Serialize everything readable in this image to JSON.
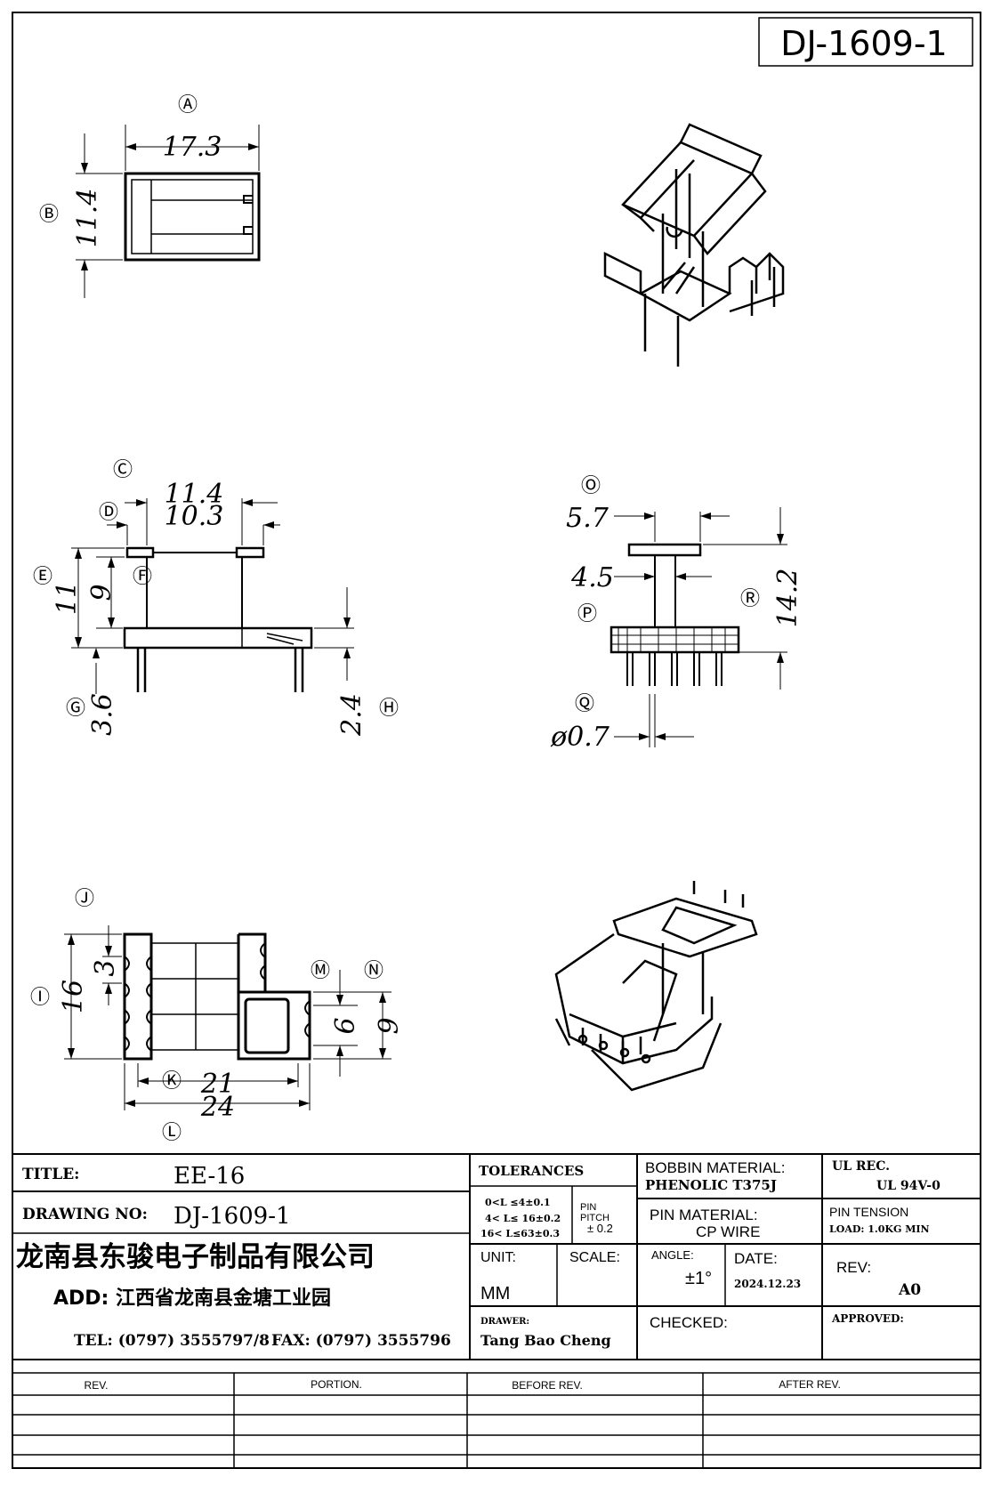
{
  "drawing_number_box": "DJ-1609-1",
  "view_labels": {
    "A": "Ⓐ",
    "B": "Ⓑ",
    "C": "Ⓒ",
    "D": "Ⓓ",
    "E": "Ⓔ",
    "F": "Ⓕ",
    "G": "Ⓖ",
    "H": "Ⓗ",
    "I": "Ⓘ",
    "J": "Ⓙ",
    "K": "Ⓚ",
    "L": "Ⓛ",
    "M": "Ⓜ",
    "N": "Ⓝ",
    "O": "Ⓞ",
    "P": "Ⓟ",
    "Q": "Ⓠ",
    "R": "Ⓡ"
  },
  "dimensions": {
    "A": "17.3",
    "B": "11.4",
    "C": "11.4",
    "D": "10.3",
    "E": "11",
    "F": "9",
    "G": "3.6",
    "H": "2.4",
    "I": "16",
    "J": "3",
    "K": "21",
    "L": "24",
    "M": "6",
    "N": "9",
    "O": "5.7",
    "P": "4.5",
    "Q": "ø0.7",
    "R": "14.2"
  },
  "title_block": {
    "title_label": "TITLE:",
    "title_value": "EE-16",
    "drawing_no_label": "DRAWING NO:",
    "drawing_no_value": "DJ-1609-1",
    "company_name": "龙南县东骏电子制品有限公司",
    "address": "ADD: 江西省龙南县金塘工业园",
    "tel": "TEL: (0797) 3555797/8",
    "fax": "FAX: (0797) 3555796",
    "tolerances_label": "TOLERANCES",
    "tolerances_lines": [
      "0<L ≤4±0.1",
      "4< L≤ 16±0.2",
      "16< L≤63±0.3"
    ],
    "pin_pitch_label_1": "PIN",
    "pin_pitch_label_2": "PITCH",
    "pin_pitch_value": "± 0.2",
    "unit_label": "UNIT:",
    "unit_value": "MM",
    "scale_label": "SCALE:",
    "drawer_label": "DRAWER:",
    "drawer_value": "Tang Bao Cheng",
    "bobbin_material_label": "BOBBIN MATERIAL:",
    "bobbin_material_value": "PHENOLIC  T375J",
    "pin_material_label": "PIN MATERIAL:",
    "pin_material_value": "CP WIRE",
    "angle_label": "ANGLE:",
    "angle_value": "±1°",
    "date_label": "DATE:",
    "date_value": "2024.12.23",
    "checked_label": "CHECKED:",
    "ul_rec_label": "UL REC.",
    "ul_rec_value": "UL  94V-0",
    "pin_tension_label": "PIN TENSION",
    "pin_tension_value": "LOAD:  1.0KG MIN",
    "rev_label": "REV:",
    "rev_value": "A0",
    "approved_label": "APPROVED:"
  },
  "revision_table": {
    "headers": [
      "REV.",
      "PORTION.",
      "BEFORE REV.",
      "AFTER REV."
    ]
  }
}
